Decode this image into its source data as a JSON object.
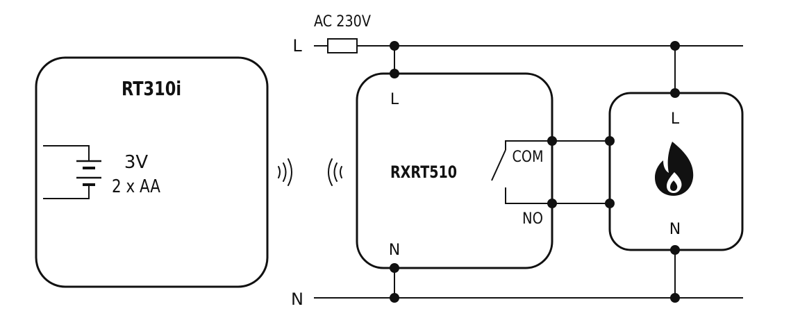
{
  "thermostat": {
    "title": "RT310i",
    "battery_voltage": "3V",
    "battery_type": "2 x AA"
  },
  "receiver": {
    "title": "RXRT510",
    "terminal_l": "L",
    "terminal_n": "N",
    "terminal_com": "COM",
    "terminal_no": "NO"
  },
  "supply": {
    "rating": "AC 230V",
    "line_label": "L",
    "neutral_label": "N"
  },
  "heater": {
    "icon": "flame-icon",
    "terminal_l": "L",
    "terminal_n": "N"
  }
}
